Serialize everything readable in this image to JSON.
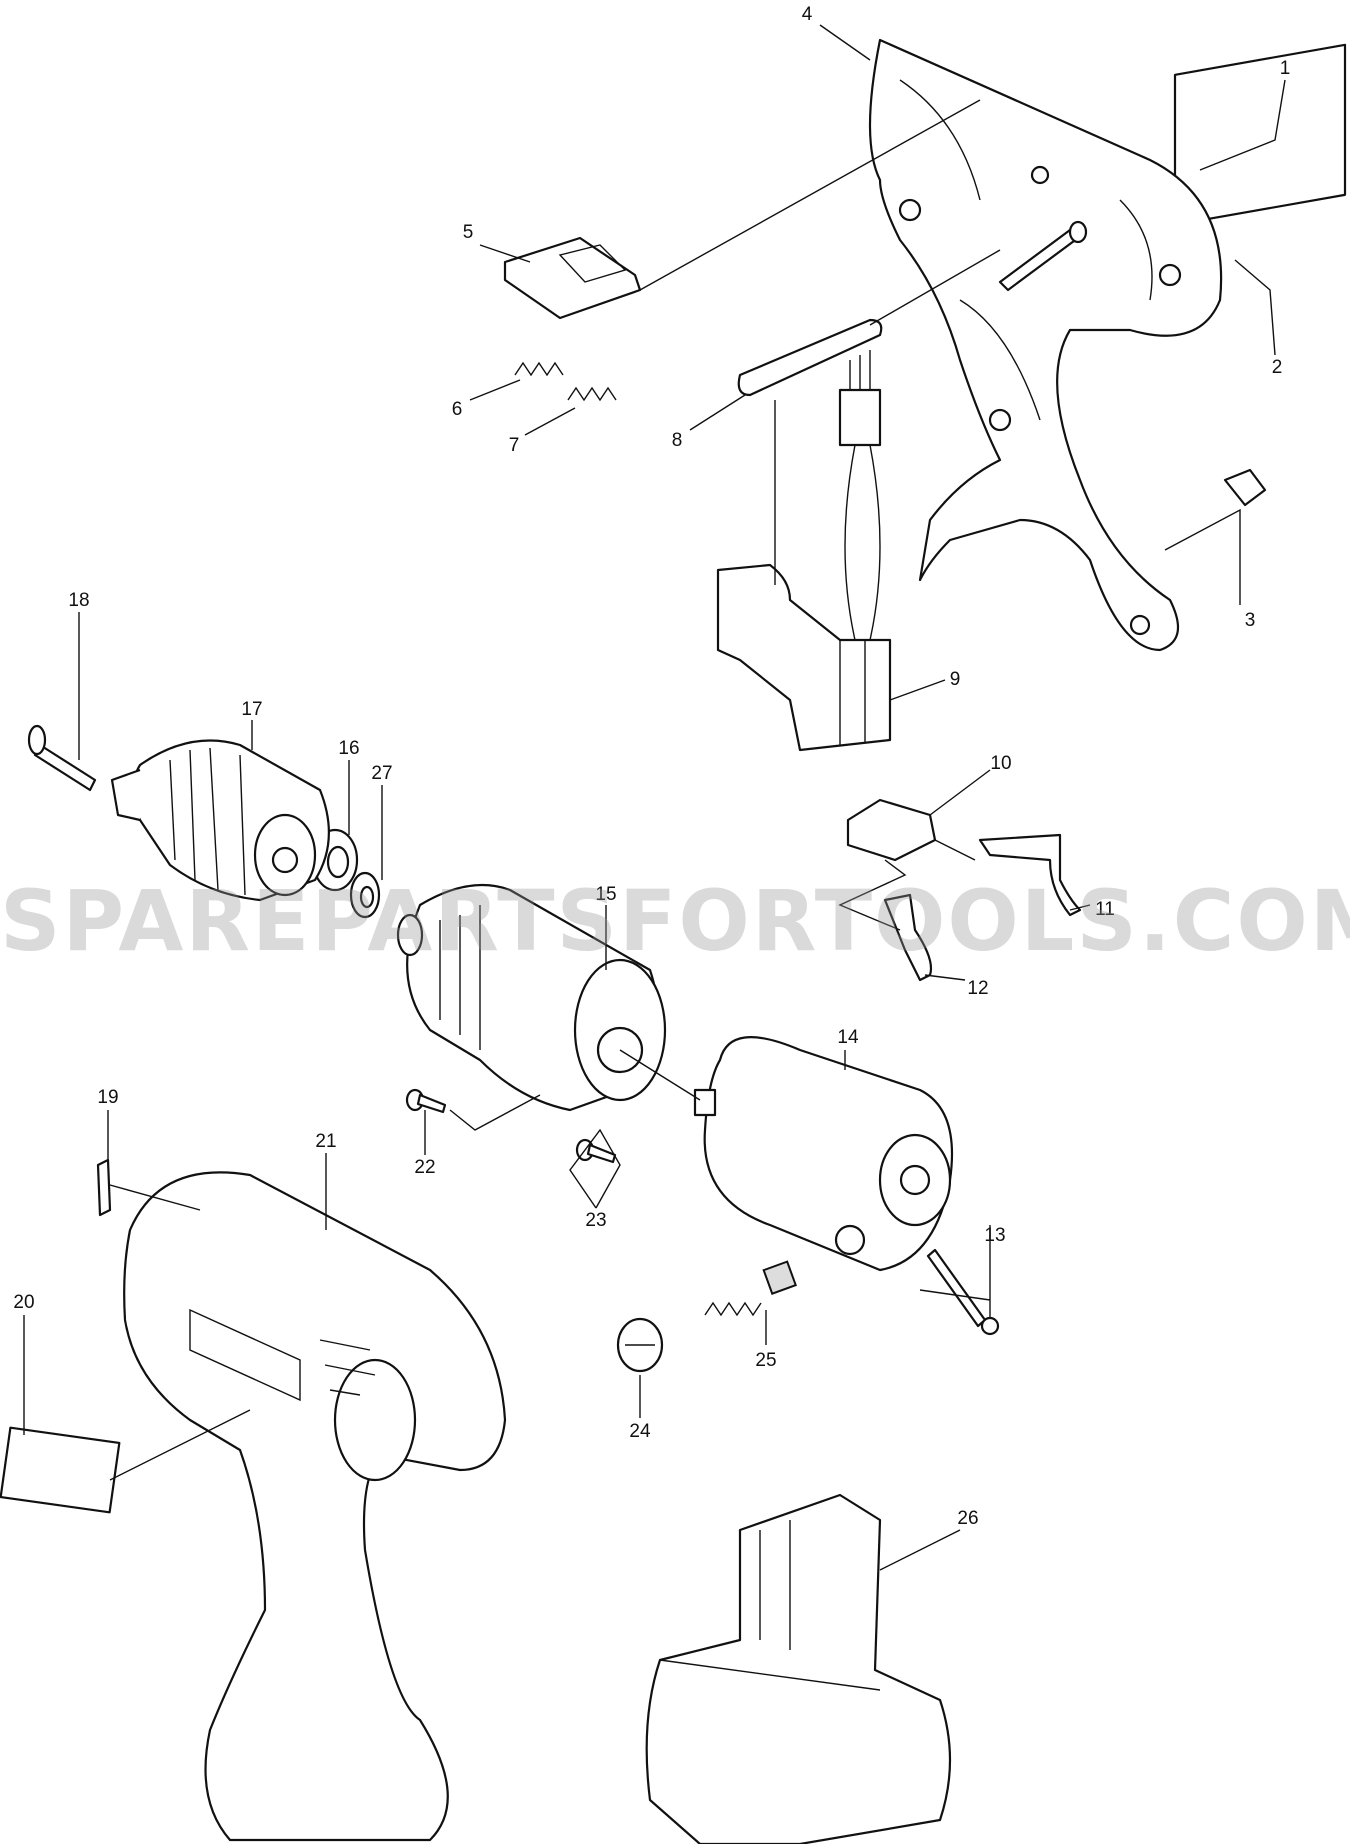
{
  "watermark": "SPAREPARTSFORTOOLS.COM.AU",
  "part_labels": [
    "1",
    "2",
    "3",
    "4",
    "5",
    "6",
    "7",
    "8",
    "9",
    "10",
    "11",
    "12",
    "13",
    "14",
    "15",
    "16",
    "17",
    "18",
    "19",
    "20",
    "21",
    "22",
    "23",
    "24",
    "25",
    "26",
    "27"
  ]
}
